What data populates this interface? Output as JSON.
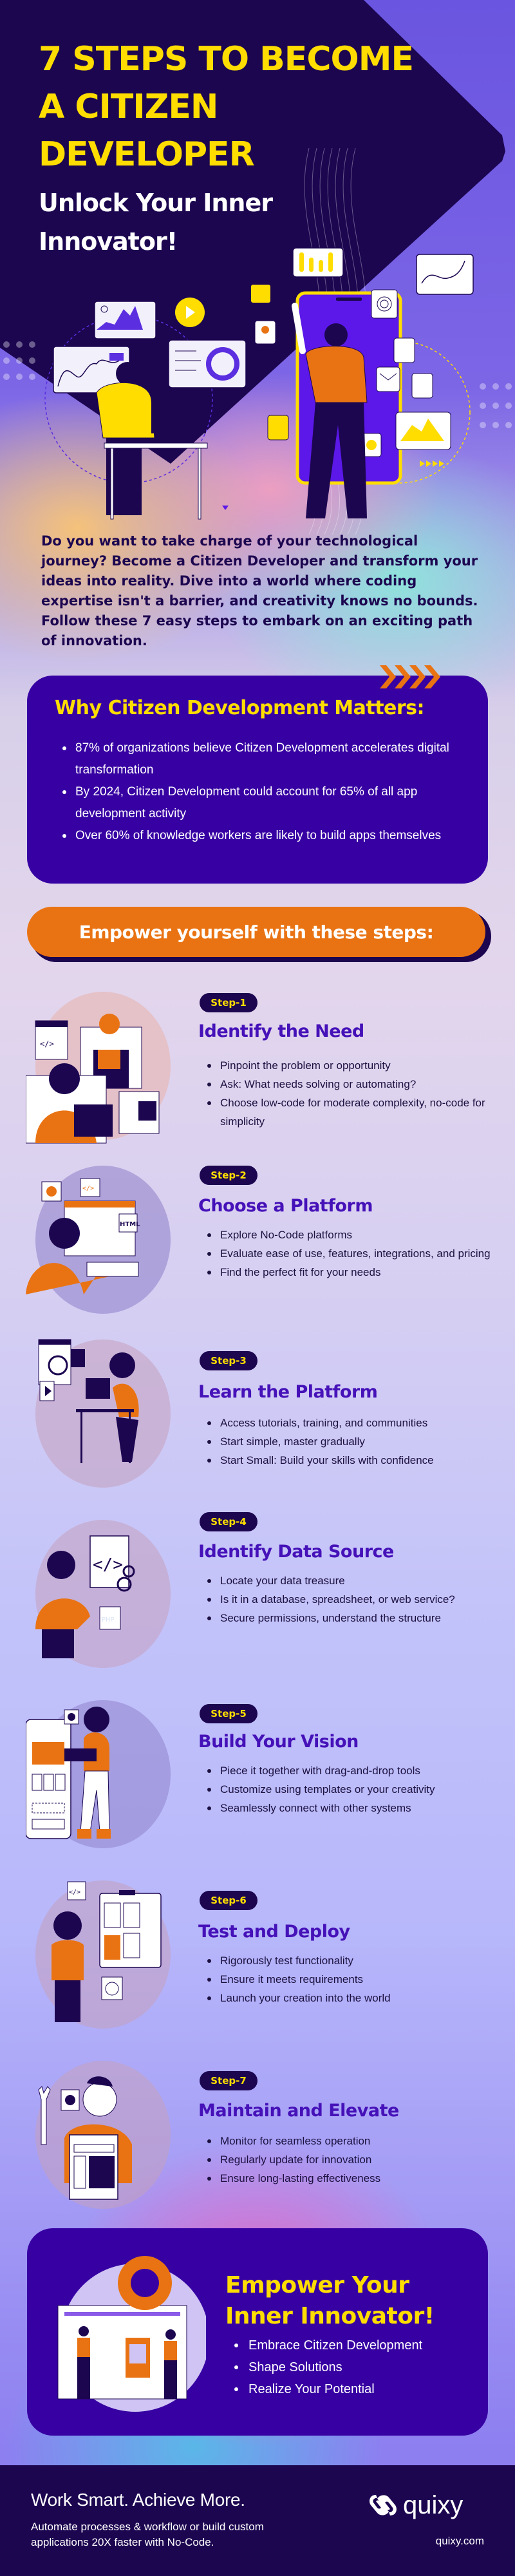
{
  "hero": {
    "title": "7 STEPS TO BECOME A CITIZEN DEVELOPER",
    "subtitle": "Unlock Your Inner Innovator!"
  },
  "intro": "Do you want to take charge of your technological journey? Become a Citizen Developer and transform your ideas into reality. Dive into a world where coding expertise isn't a barrier, and creativity knows no bounds. Follow these 7 easy steps to embark on an exciting path of innovation.",
  "why": {
    "title": "Why Citizen Development Matters:",
    "points": [
      "87% of organizations believe Citizen Development accelerates digital transformation",
      "By 2024, Citizen Development could account for 65% of all app development activity",
      "Over 60% of knowledge workers are likely to build apps themselves"
    ]
  },
  "banner": {
    "label": "Empower yourself with these steps:"
  },
  "steps": [
    {
      "badge": "Step-1",
      "title": "Identify the Need",
      "points": [
        "Pinpoint the problem or opportunity",
        "Ask: What needs solving or automating?",
        "Choose low-code for moderate complexity, no-code for simplicity"
      ]
    },
    {
      "badge": "Step-2",
      "title": "Choose a Platform",
      "points": [
        "Explore No-Code platforms",
        "Evaluate ease of use, features, integrations, and pricing",
        "Find the perfect fit for your needs"
      ]
    },
    {
      "badge": "Step-3",
      "title": "Learn the Platform",
      "points": [
        "Access tutorials, training, and communities",
        "Start simple, master gradually",
        "Start Small: Build your skills with confidence"
      ]
    },
    {
      "badge": "Step-4",
      "title": "Identify Data Source",
      "points": [
        "Locate your data treasure",
        "Is it in a database, spreadsheet, or web service?",
        "Secure permissions, understand the structure"
      ]
    },
    {
      "badge": "Step-5",
      "title": "Build Your Vision",
      "points": [
        "Piece it together with drag-and-drop tools",
        "Customize using templates or your creativity",
        "Seamlessly connect with other systems"
      ]
    },
    {
      "badge": "Step-6",
      "title": "Test and Deploy",
      "points": [
        "Rigorously test functionality",
        "Ensure it meets requirements",
        "Launch your creation into the world"
      ]
    },
    {
      "badge": "Step-7",
      "title": "Maintain and Elevate",
      "points": [
        "Monitor for seamless operation",
        "Regularly update for innovation",
        "Ensure long-lasting effectiveness"
      ]
    }
  ],
  "final": {
    "title": "Empower Your Inner Innovator!",
    "points": [
      "Embrace Citizen Development",
      "Shape Solutions",
      "Realize Your Potential"
    ]
  },
  "footer": {
    "tagline": "Work Smart. Achieve More.",
    "description": "Automate processes & workflow or build custom applications 20X faster with No-Code.",
    "brand": "quixy",
    "url": "quixy.com"
  },
  "colors": {
    "navy": "#1c0650",
    "purple_card": "#3700a3",
    "yellow": "#ffdd00",
    "orange": "#e97313",
    "step_title": "#4511b8"
  },
  "icons": {
    "hero": [
      "bar-chart-icon",
      "line-chart-icon",
      "play-icon",
      "donut-chart-icon",
      "map-pin-icon",
      "target-icon",
      "chat-icon",
      "mail-icon",
      "cloud-icon",
      "gear-icon",
      "area-chart-icon"
    ],
    "decor": [
      "chevron-arrows-icon"
    ]
  }
}
